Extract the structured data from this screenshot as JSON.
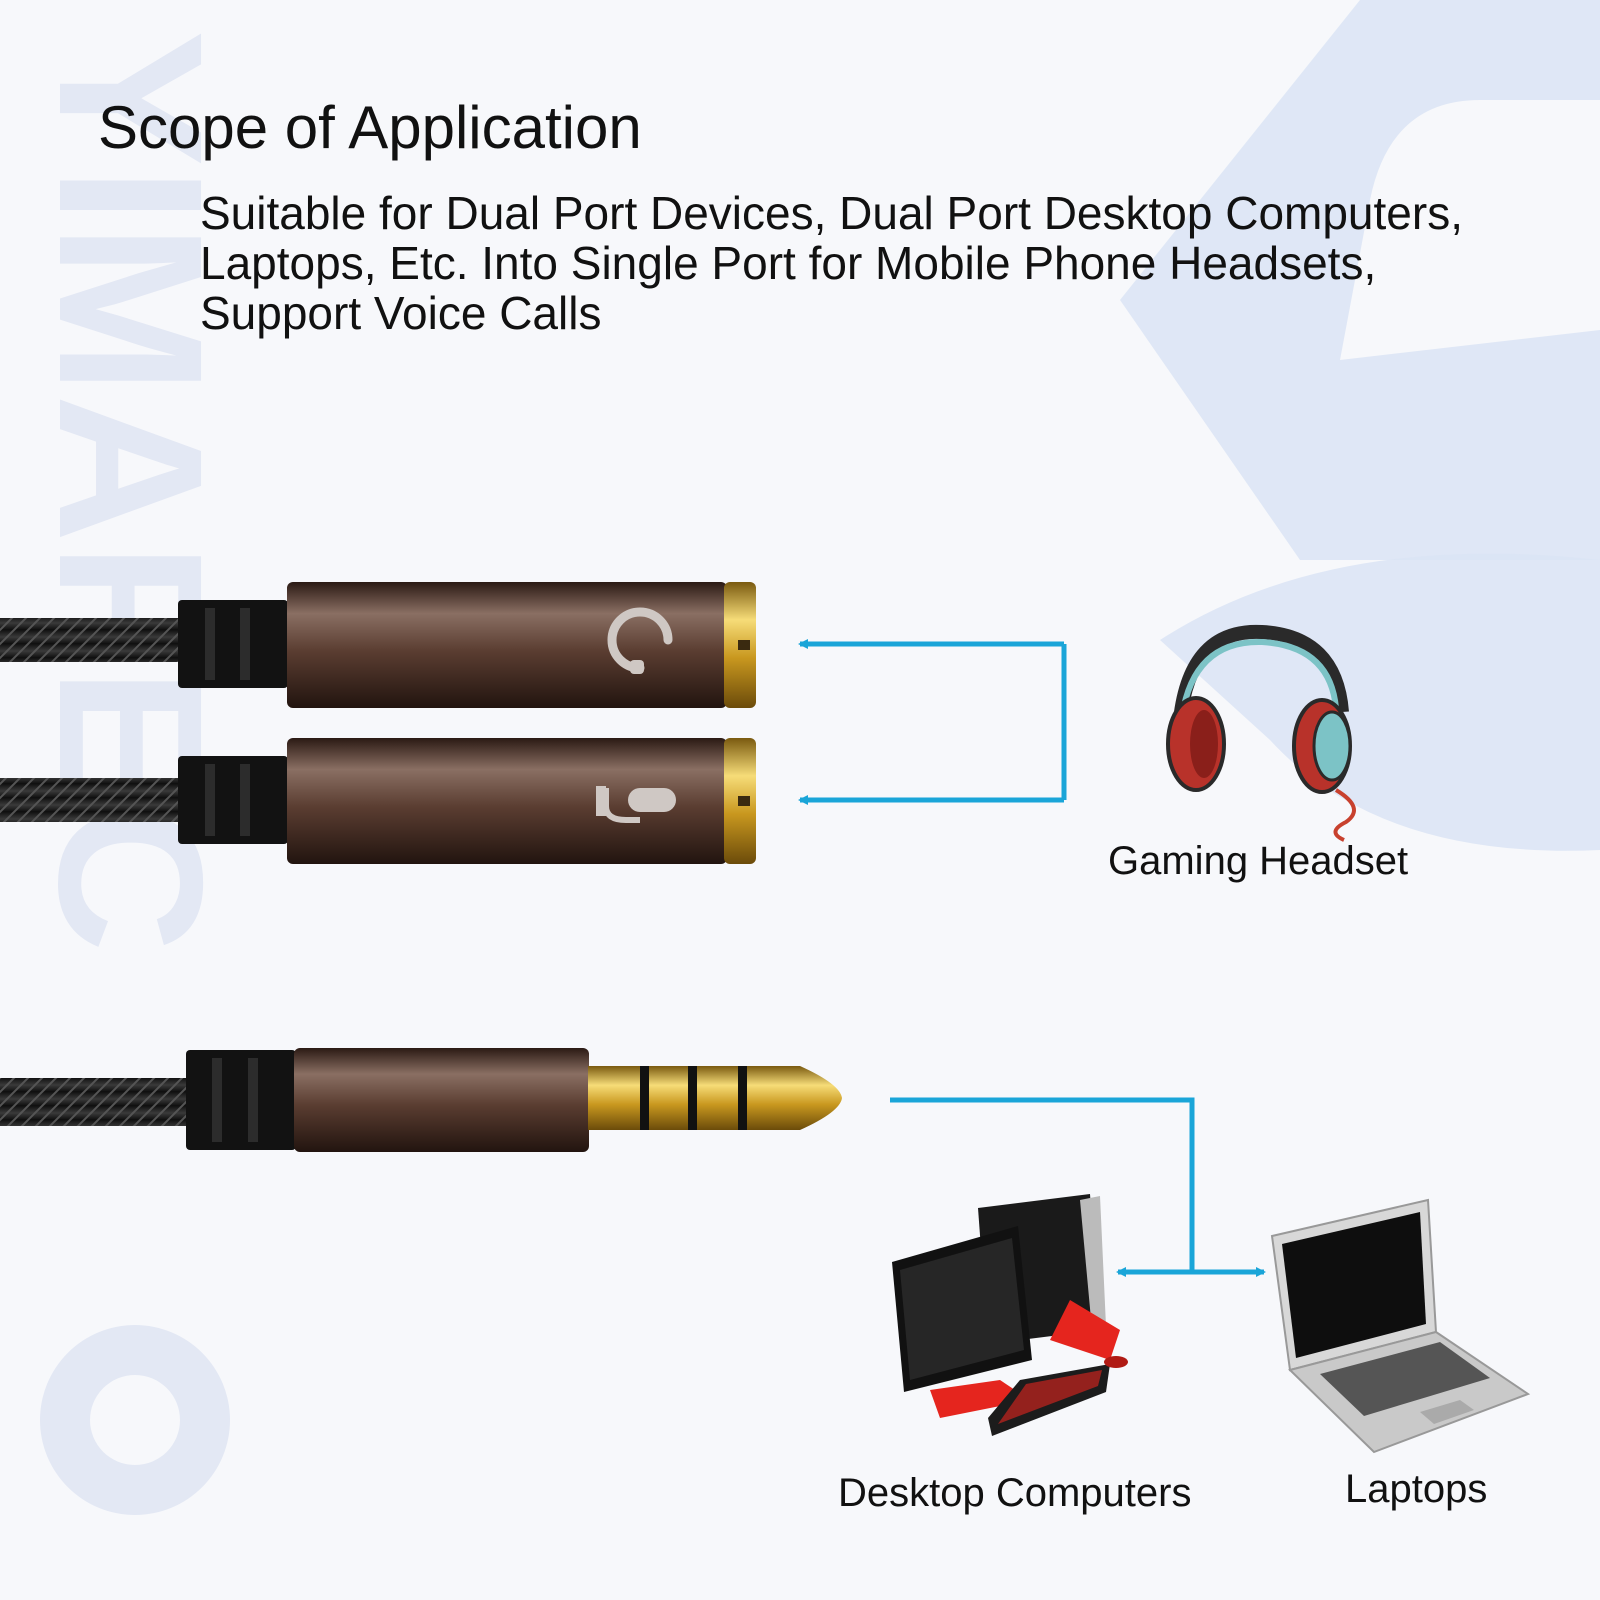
{
  "page": {
    "title": "Scope of Application",
    "description_lines": [
      "Suitable for Dual Port Devices, Dual Port Desktop Computers,",
      "Laptops, Etc. Into Single Port for Mobile Phone Headsets,",
      "Support Voice Calls"
    ],
    "watermark": "YIMAFEC"
  },
  "devices": {
    "headset_label": "Gaming Headset",
    "desktop_label": "Desktop Computers",
    "laptop_label": "Laptops"
  },
  "icons": {
    "headphone_port": "headphone-icon",
    "mic_port": "microphone-icon"
  },
  "colors": {
    "arrow": "#1aa5d8",
    "watermark": "#dde3f2",
    "connector_body": "#4a3026",
    "gold": "#d9b03a",
    "red_accent": "#e5251e"
  }
}
